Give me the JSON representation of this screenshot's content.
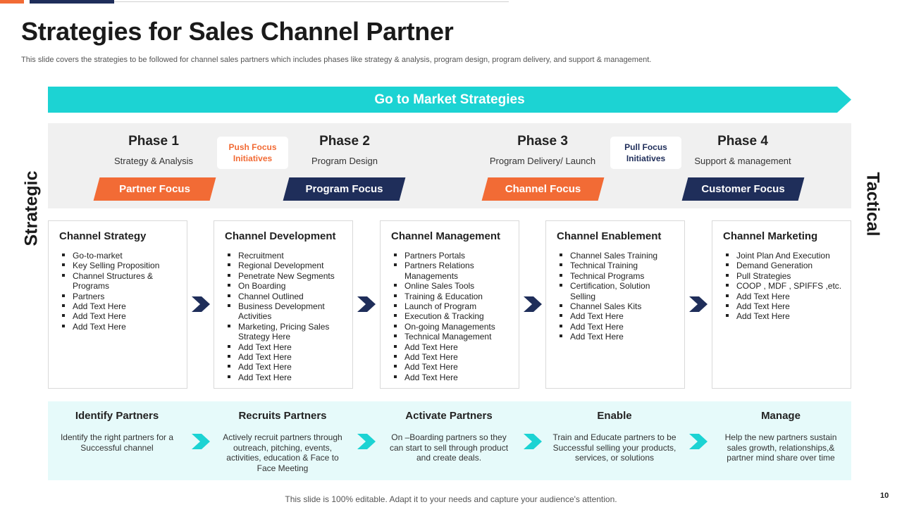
{
  "colors": {
    "orange": "#f26b35",
    "navy": "#1f2e5a",
    "teal": "#1cd3d3",
    "panel": "#f0f0f0",
    "light_teal": "#e6fafa"
  },
  "title": "Strategies for Sales Channel Partner",
  "subtitle": "This slide covers the strategies to be followed for channel sales partners which includes phases like strategy & analysis, program design, program delivery, and support & management.",
  "banner": "Go to Market Strategies",
  "side_left": "Strategic",
  "side_right": "Tactical",
  "phases": [
    {
      "title": "Phase 1",
      "sub": "Strategy & Analysis",
      "focus": "Partner Focus"
    },
    {
      "title": "Phase 2",
      "sub": "Program Design",
      "focus": "Program Focus"
    },
    {
      "title": "Phase 3",
      "sub": "Program Delivery/ Launch",
      "focus": "Channel Focus"
    },
    {
      "title": "Phase 4",
      "sub": "Support & management",
      "focus": "Customer Focus"
    }
  ],
  "initiatives": {
    "push": "Push Focus Initiatives",
    "pull": "Pull Focus Initiatives"
  },
  "cards": [
    {
      "title": "Channel Strategy",
      "items": [
        "Go-to-market",
        "Key Selling Proposition",
        "Channel Structures & Programs",
        "Partners",
        "Add Text Here",
        "Add Text Here",
        "Add Text Here"
      ]
    },
    {
      "title": "Channel Development",
      "items": [
        "Recruitment",
        "Regional Development",
        "Penetrate New Segments",
        "On Boarding",
        "Channel Outlined",
        "Business Development Activities",
        "Marketing, Pricing Sales Strategy Here",
        "Add Text Here",
        "Add Text Here",
        "Add Text Here",
        "Add Text Here"
      ]
    },
    {
      "title": "Channel Management",
      "items": [
        "Partners Portals",
        "Partners Relations Managements",
        "Online Sales Tools",
        "Training & Education",
        "Launch of Program",
        "Execution & Tracking",
        "On-going Managements",
        "Technical Management",
        "Add Text Here",
        "Add Text Here",
        "Add Text Here",
        "Add Text Here"
      ]
    },
    {
      "title": "Channel Enablement",
      "items": [
        "Channel Sales Training",
        "Technical Training",
        "Technical Programs",
        "Certification, Solution Selling",
        "Channel Sales Kits",
        "Add Text Here",
        "Add Text Here",
        "Add Text Here"
      ]
    },
    {
      "title": "Channel Marketing",
      "items": [
        "Joint Plan And Execution",
        "Demand Generation",
        "Pull Strategies",
        "COOP , MDF , SPIFFS ,etc.",
        "Add Text Here",
        "Add Text Here",
        "Add Text Here"
      ]
    }
  ],
  "steps": [
    {
      "title": "Identify Partners",
      "desc": "Identify the right partners for a Successful channel"
    },
    {
      "title": "Recruits Partners",
      "desc": "Actively recruit partners through outreach, pitching, events, activities, education & Face to Face Meeting"
    },
    {
      "title": "Activate Partners",
      "desc": "On –Boarding partners so they can start to sell through product and create deals."
    },
    {
      "title": "Enable",
      "desc": "Train and Educate partners to be Successful selling your products, services, or solutions"
    },
    {
      "title": "Manage",
      "desc": "Help the new partners sustain sales growth, relationships,& partner mind share over time"
    }
  ],
  "footer": "This slide is 100% editable. Adapt it to your needs and capture your audience's attention.",
  "page_number": "10"
}
